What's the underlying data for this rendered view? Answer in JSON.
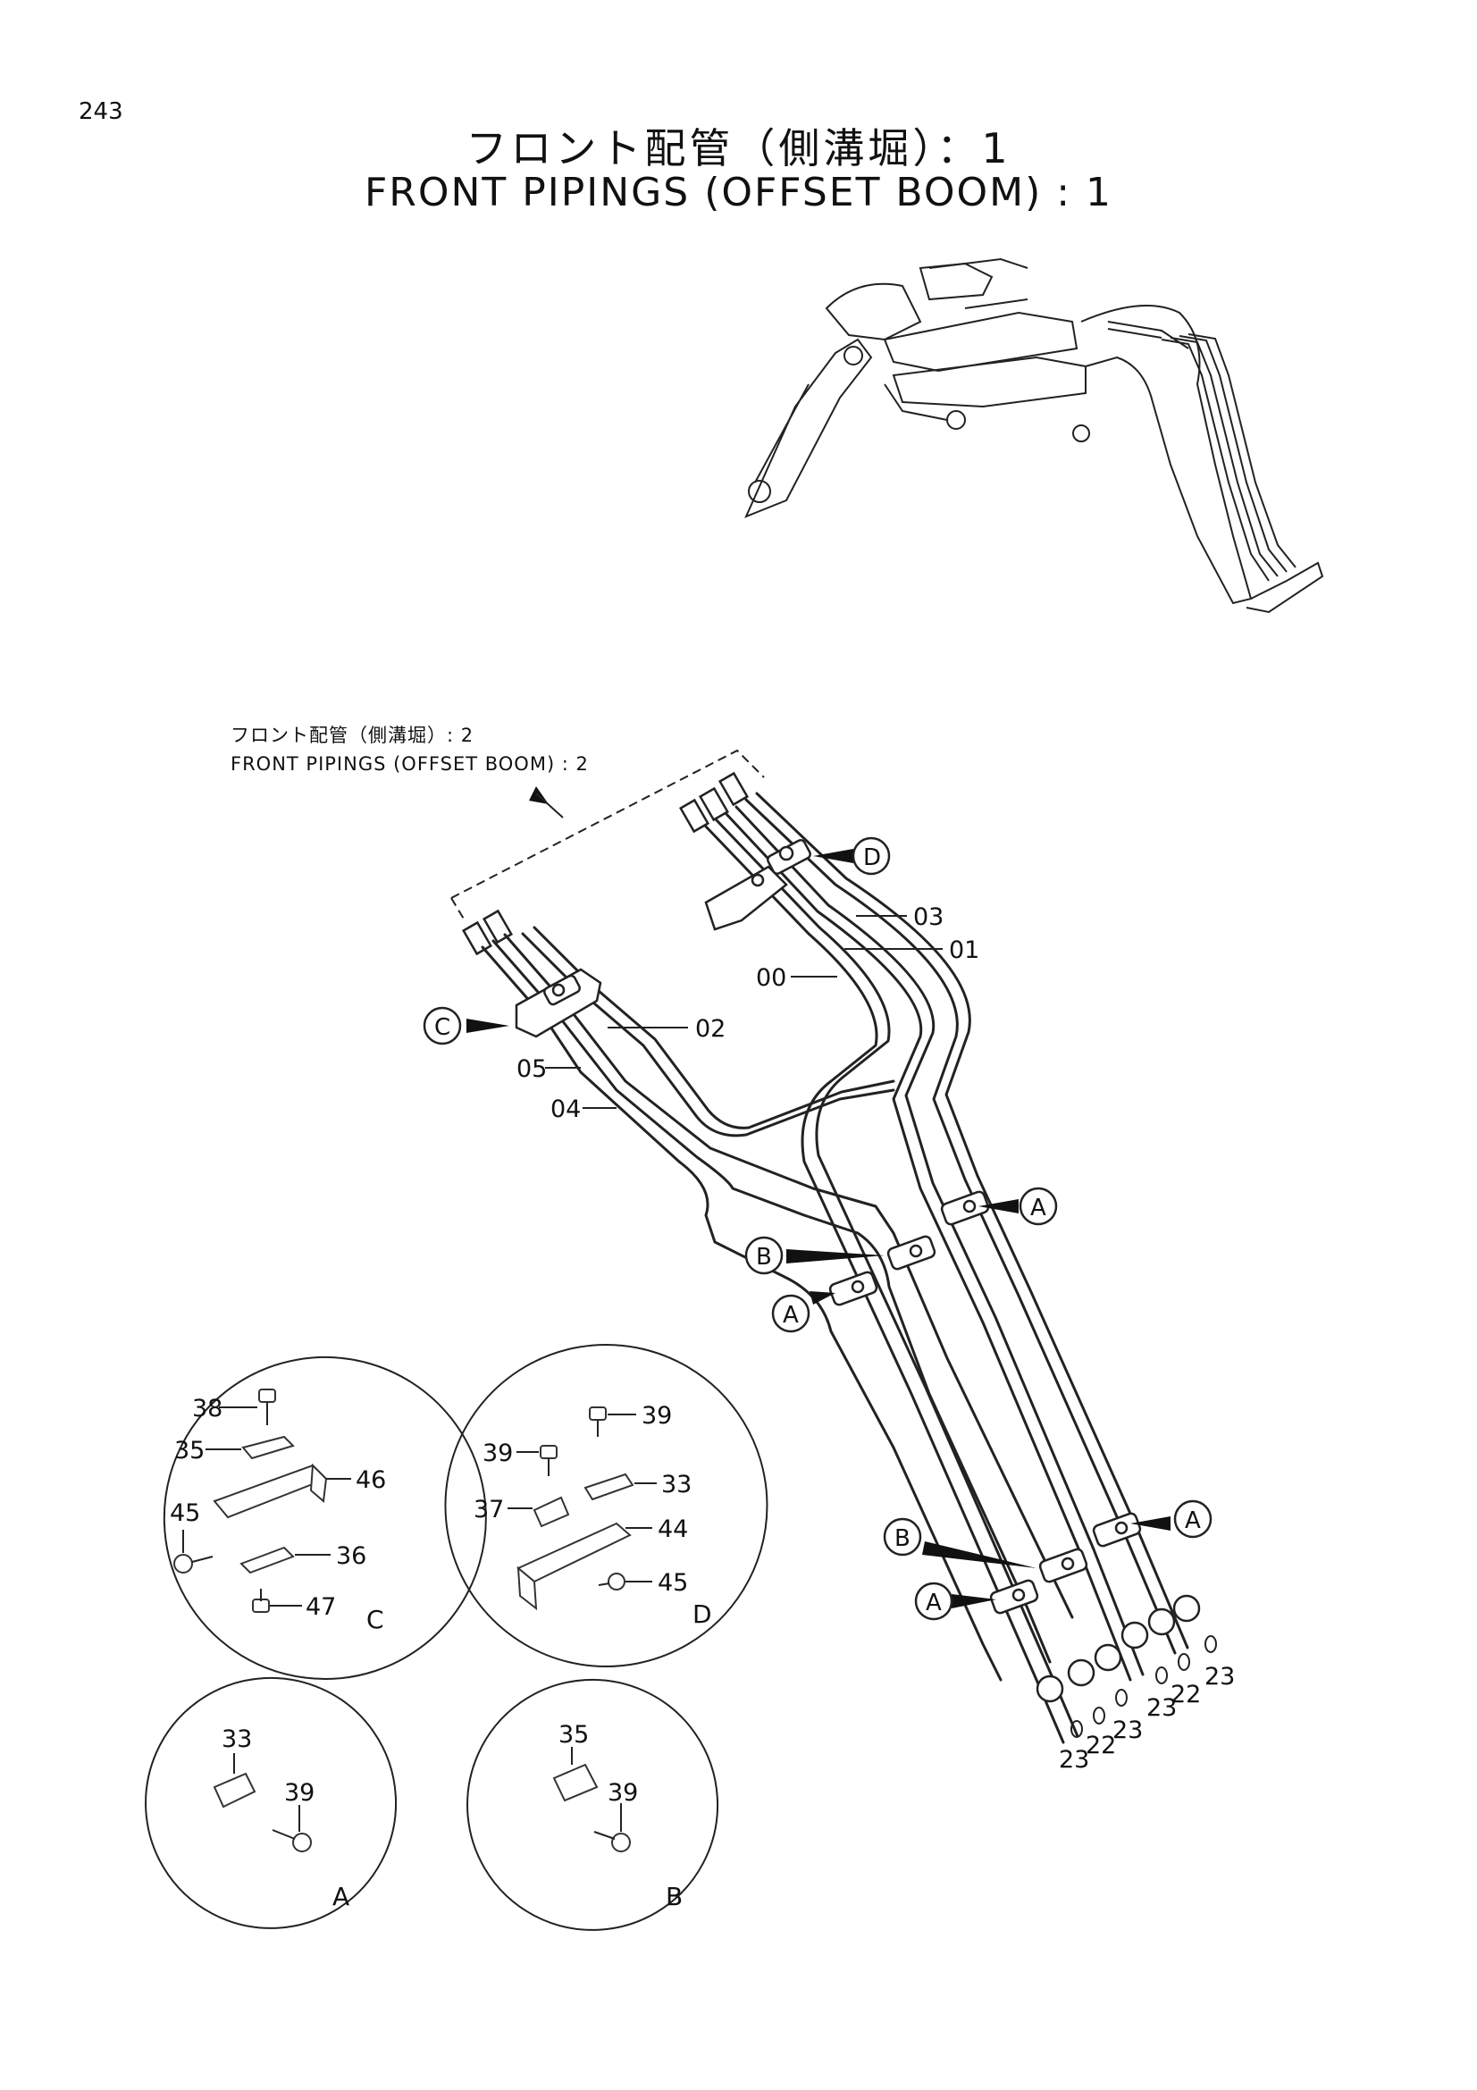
{
  "page_number": "243",
  "title_jp": "フロント配管（側溝堀）：1",
  "title_en": "FRONT PIPINGS (OFFSET BOOM) : 1",
  "reference": {
    "text_jp": "フロント配管（側溝堀）: 2",
    "text_en": "FRONT PIPINGS (OFFSET BOOM) : 2"
  },
  "pipe_labels": {
    "p00": "00",
    "p01": "01",
    "p02": "02",
    "p03": "03",
    "p04": "04",
    "p05": "05"
  },
  "view_markers": {
    "d_top": "D",
    "c_left": "C",
    "a_upper": "A",
    "b_mid": "B",
    "a_mid": "A",
    "a_right_low": "A",
    "b_low": "B",
    "a_low": "A"
  },
  "end_parts": [
    "23",
    "22",
    "23",
    "23",
    "22",
    "23"
  ],
  "detail_c": {
    "view_label": "C",
    "parts": {
      "bolt_top": "38",
      "clamp_upper": "35",
      "bracket": "46",
      "bolt_side": "45",
      "clamp_lower": "36",
      "bolt_bottom": "47"
    }
  },
  "detail_d": {
    "view_label": "D",
    "parts": {
      "bolt_right": "39",
      "bolt_left": "39",
      "clamp_right": "33",
      "clamp_left": "37",
      "bracket": "44",
      "bolt_side": "45"
    }
  },
  "detail_a": {
    "view_label": "A",
    "parts": {
      "clamp": "33",
      "bolt": "39"
    }
  },
  "detail_b": {
    "view_label": "B",
    "parts": {
      "clamp": "35",
      "bolt": "39"
    }
  }
}
